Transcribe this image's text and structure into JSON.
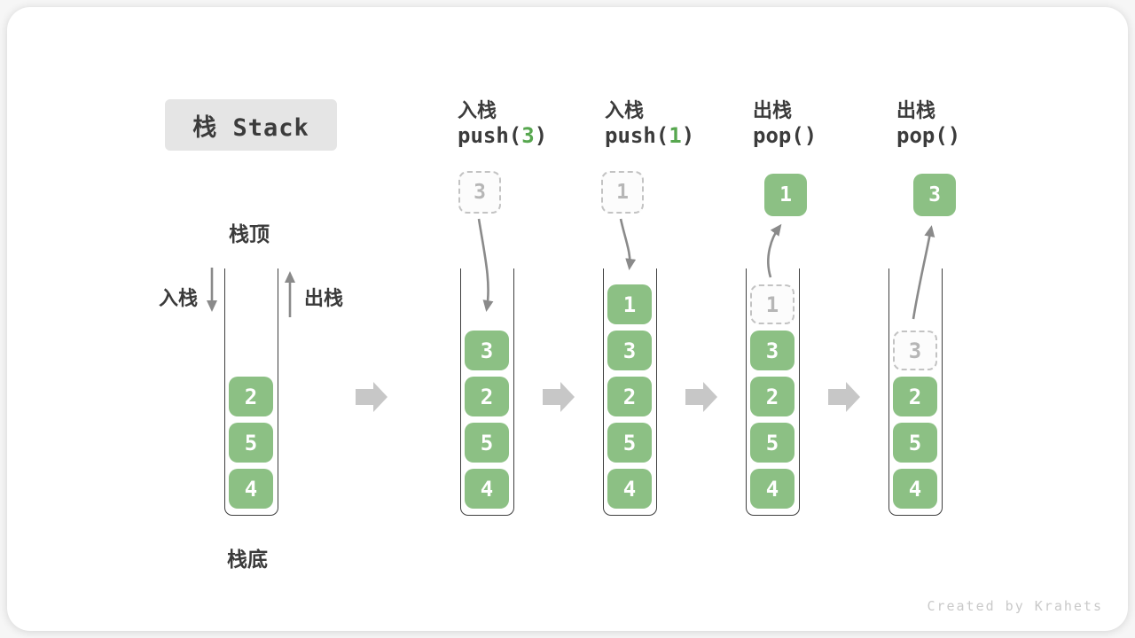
{
  "title": "栈 Stack",
  "first_stack": {
    "top_label": "栈顶",
    "bottom_label": "栈底",
    "push_label": "入栈",
    "pop_label": "出栈"
  },
  "operations": [
    {
      "label": "入栈",
      "code_pre": "push(",
      "code_arg": "3",
      "code_post": ")"
    },
    {
      "label": "入栈",
      "code_pre": "push(",
      "code_arg": "1",
      "code_post": ")"
    },
    {
      "label": "出栈",
      "code_pre": "pop(",
      "code_arg": "",
      "code_post": ")"
    },
    {
      "label": "出栈",
      "code_pre": "pop(",
      "code_arg": "",
      "code_post": ")"
    }
  ],
  "floating_values": [
    "3",
    "1",
    "1",
    "3"
  ],
  "stacks": [
    {
      "items": [
        "2",
        "5",
        "4"
      ]
    },
    {
      "items": [
        "3",
        "2",
        "5",
        "4"
      ]
    },
    {
      "items": [
        "1",
        "3",
        "2",
        "5",
        "4"
      ]
    },
    {
      "ghost": "1",
      "items": [
        "3",
        "2",
        "5",
        "4"
      ]
    },
    {
      "ghost": "3",
      "items": [
        "2",
        "5",
        "4"
      ]
    }
  ],
  "watermark": "Created by Krahets",
  "colors": {
    "element_green": "#8CC084",
    "code_arg_green": "#57A74F",
    "motion_arrow_gray": "#8A8A8A",
    "transition_arrow_gray": "#C7C7C7",
    "ghost_border_gray": "#C3C3C3",
    "title_badge_bg": "#E5E5E5",
    "text_dark": "#3B3B3B"
  }
}
